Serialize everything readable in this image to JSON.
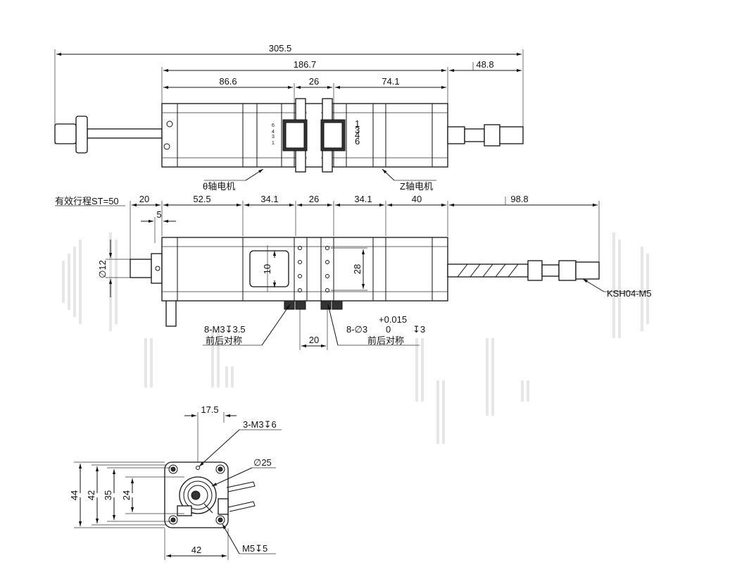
{
  "top_view": {
    "dims": {
      "overall": "305.5",
      "body": "186.7",
      "fitting": "48.8",
      "theta_motor": "86.6",
      "center": "26",
      "z_motor": "74.1"
    },
    "pins_left": [
      "6",
      "4",
      "3",
      "1"
    ],
    "pins_right": [
      "1",
      "3",
      "4",
      "6"
    ],
    "callouts": {
      "theta_motor": "θ轴电机",
      "z_motor": "Z轴电机"
    }
  },
  "side_view": {
    "stroke_label": "有效行程ST=50",
    "dims": {
      "d20": "20",
      "d52_5": "52.5",
      "d34_1_left": "34.1",
      "d26": "26",
      "d34_1_right": "34.1",
      "d40": "40",
      "d98_8": "98.8",
      "d5": "5",
      "phi12": "∅12",
      "d10": "10",
      "d28": "28",
      "d20_bottom": "20"
    },
    "callouts": {
      "fitting": "KSH04-M5",
      "left_holes": "8-M3↧3.5",
      "left_holes_note": "前后对称",
      "right_holes": "8-∅3",
      "tol_upper": "+0.015",
      "tol_lower": "0",
      "right_depth": "↧3",
      "right_holes_note": "前后对称"
    }
  },
  "end_view": {
    "dims": {
      "d17_5": "17.5",
      "d44": "44",
      "d42_v": "42",
      "d35": "35",
      "d24": "24",
      "d42_h": "42"
    },
    "callouts": {
      "top_holes": "3-M3↧6",
      "phi25": "∅25",
      "bottom_holes": "M5↧5"
    }
  },
  "colors": {
    "line": "#111111",
    "watermark": "#e6e6e6"
  }
}
